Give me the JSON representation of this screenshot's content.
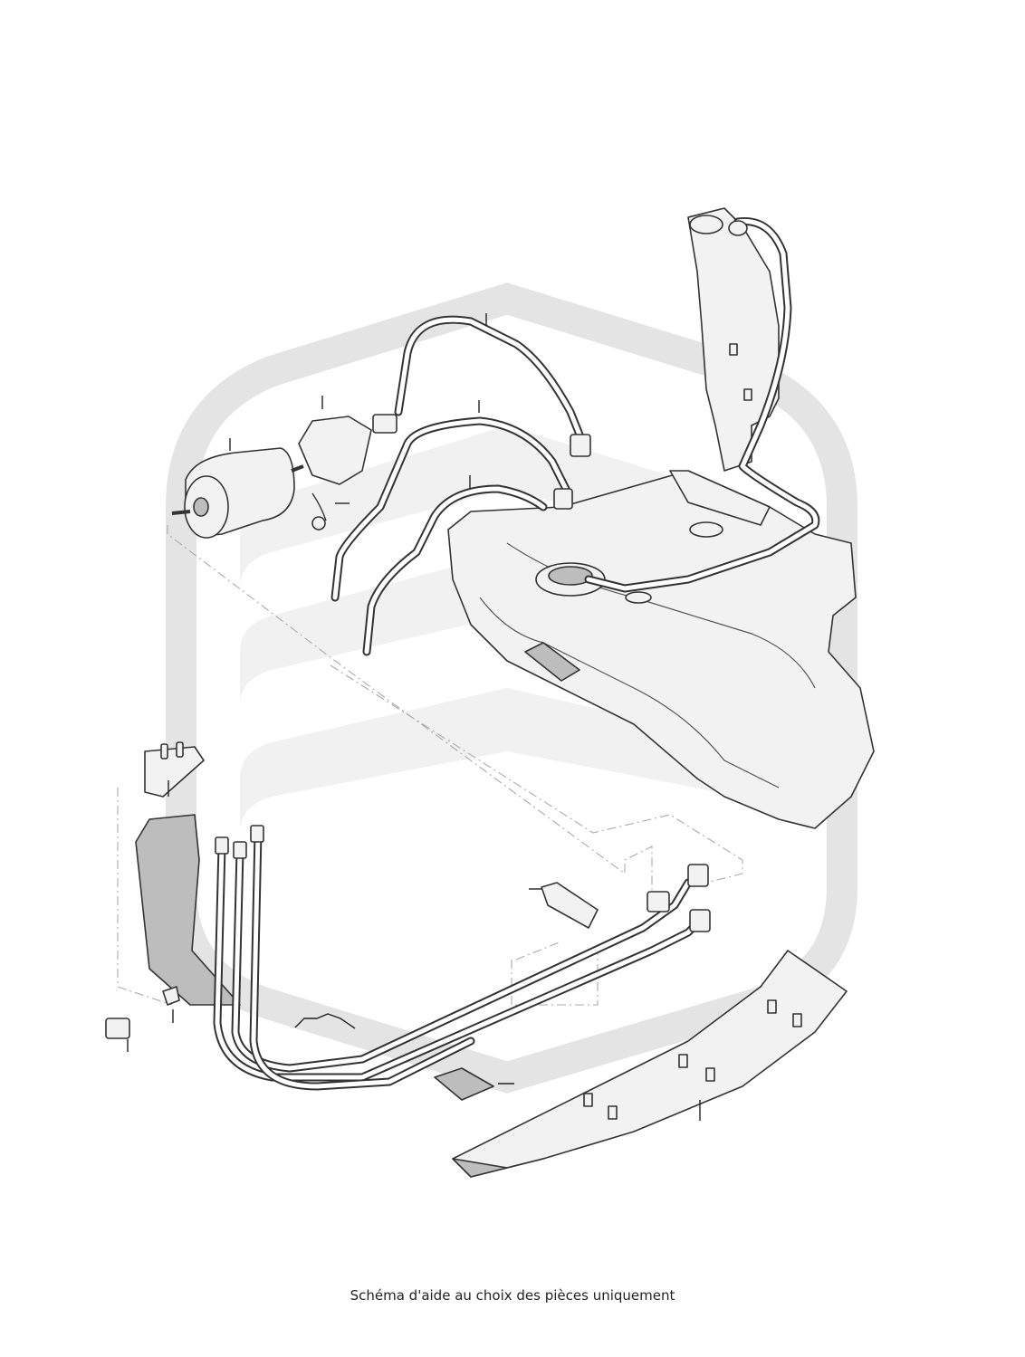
{
  "caption": "Schéma d'aide au choix des pièces uniquement",
  "watermark_icon": "brand-shield-watermark-icon",
  "parts": [
    {
      "name": "fuel-tank",
      "icon": "fuel-tank-icon"
    },
    {
      "name": "filler-neck",
      "icon": "filler-neck-icon"
    },
    {
      "name": "fuel-filter",
      "icon": "fuel-filter-icon"
    },
    {
      "name": "filter-bracket",
      "icon": "filter-bracket-icon"
    },
    {
      "name": "fuel-lines",
      "icon": "fuel-line-icon"
    },
    {
      "name": "underbody-guard",
      "icon": "underbody-guard-icon"
    },
    {
      "name": "line-cover",
      "icon": "line-cover-icon"
    },
    {
      "name": "line-clip",
      "icon": "line-clip-icon"
    },
    {
      "name": "foam-pad",
      "icon": "foam-pad-icon"
    }
  ]
}
